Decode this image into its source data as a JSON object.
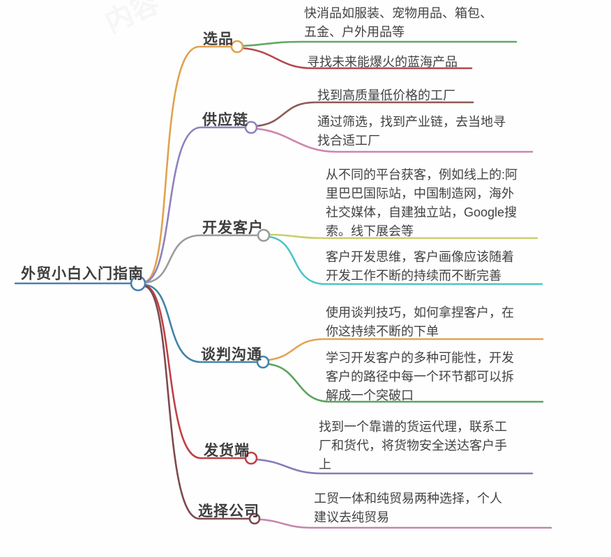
{
  "watermark": "内容",
  "root": {
    "label": "外贸小白入门指南",
    "color": "#4a80ad"
  },
  "branches": [
    {
      "label": "选品",
      "color": "#e0a24f",
      "children": [
        {
          "lines": [
            "快消品如服装、宠物用品、箱包、",
            "五金、户外用品等"
          ],
          "color": "#61a864"
        },
        {
          "lines": [
            "寻找未来能爆火的蓝海产品"
          ],
          "color": "#b4484d"
        }
      ]
    },
    {
      "label": "供应链",
      "color": "#9080c0",
      "children": [
        {
          "lines": [
            "找到高质量低价格的工厂"
          ],
          "color": "#8c5a55"
        },
        {
          "lines": [
            "通过筛选，找到产业链，去当地寻",
            "找合适工厂"
          ],
          "color": "#cf85ad"
        }
      ]
    },
    {
      "label": "开发客户",
      "color": "#9b9b9b",
      "children": [
        {
          "lines": [
            "从不同的平台获客，例如线上的:阿",
            "里巴巴国际站，中国制造网，海外",
            "社交媒体，自建独立站，Google搜",
            "索。线下展会等"
          ],
          "color": "#c8cf6c"
        },
        {
          "lines": [
            "客户开发思维，客户画像应该随着",
            "开发工作不断的持续而不断完善"
          ],
          "color": "#4fc4c4"
        }
      ]
    },
    {
      "label": "谈判沟通",
      "color": "#4184a8",
      "children": [
        {
          "lines": [
            "使用谈判技巧，如何拿捏客户，在",
            "你这持续不断的下单"
          ],
          "color": "#e2a455"
        },
        {
          "lines": [
            "学习开发客户的多种可能性，开发",
            "客户的路径中每一个环节都可以拆",
            "解成一个突破口"
          ],
          "color": "#5ba35e"
        }
      ]
    },
    {
      "label": "发货端",
      "color": "#bf4045",
      "children": [
        {
          "lines": [
            "找到一个靠谱的货运代理，联系工",
            "厂和货代，将货物安全送达客户手",
            "上"
          ],
          "color": "#8a7ab8"
        }
      ]
    },
    {
      "label": "选择公司",
      "color": "#7d4a50",
      "children": [
        {
          "lines": [
            "工贸一体和纯贸易两种选择，个人",
            "建议去纯贸易"
          ],
          "color": "#c585ae"
        }
      ]
    }
  ]
}
